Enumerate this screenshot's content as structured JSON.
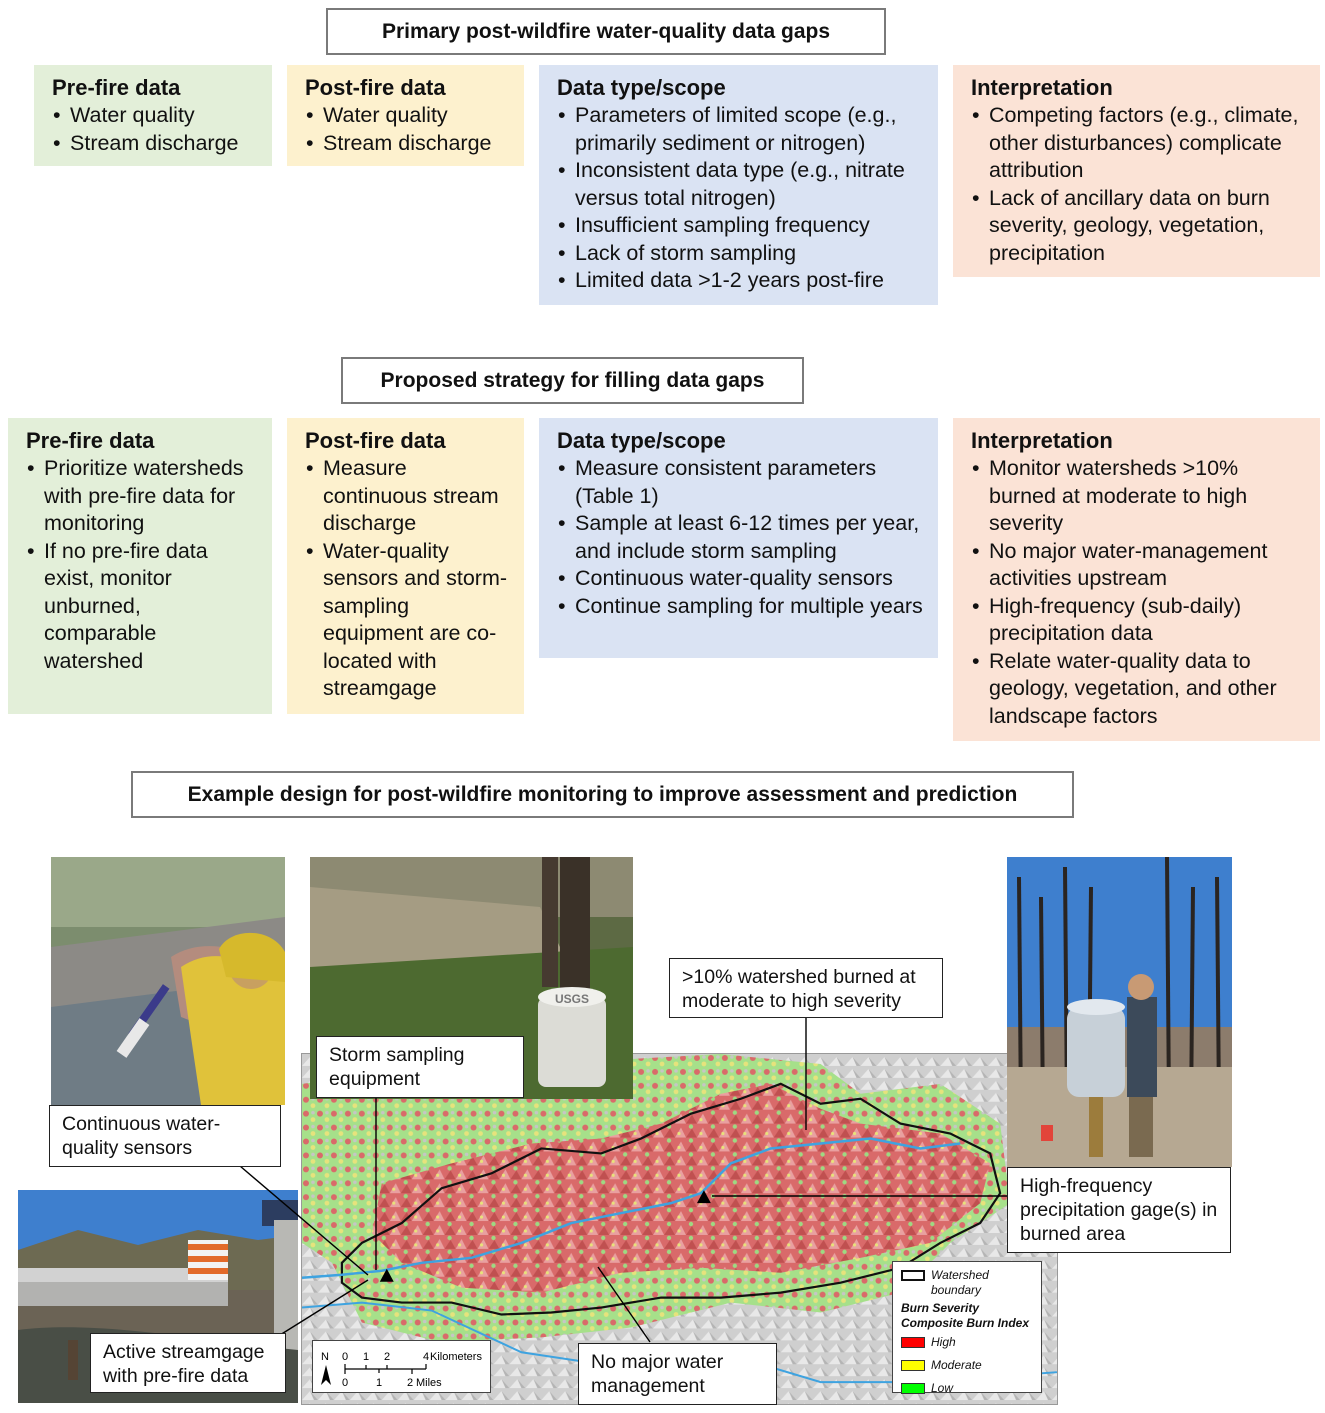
{
  "gaps": {
    "title": "Primary post-wildfire water-quality data gaps",
    "prefire": {
      "heading": "Pre-fire data",
      "items": [
        "Water quality",
        "Stream discharge"
      ]
    },
    "postfire": {
      "heading": "Post-fire data",
      "items": [
        "Water quality",
        "Stream discharge"
      ]
    },
    "datatype": {
      "heading": "Data type/scope",
      "items": [
        "Parameters of limited scope (e.g., primarily sediment or nitrogen)",
        "Inconsistent data type (e.g., nitrate versus total nitrogen)",
        "Insufficient sampling frequency",
        "Lack of storm sampling",
        "Limited data >1-2 years post-fire"
      ]
    },
    "interpretation": {
      "heading": "Interpretation",
      "items": [
        "Competing factors (e.g., climate, other disturbances) complicate attribution",
        "Lack of ancillary data on burn severity, geology, vegetation, precipitation"
      ]
    }
  },
  "strategy": {
    "title": "Proposed strategy for filling data gaps",
    "prefire": {
      "heading": "Pre-fire data",
      "items": [
        "Prioritize watersheds with pre-fire data for monitoring",
        "If no pre-fire data exist, monitor unburned, comparable watershed"
      ]
    },
    "postfire": {
      "heading": "Post-fire data",
      "items": [
        "Measure continuous stream discharge",
        "Water-quality sensors and storm-sampling equipment are co-located with streamgage"
      ]
    },
    "datatype": {
      "heading": "Data type/scope",
      "items": [
        "Measure consistent parameters (Table 1)",
        "Sample at least 6-12 times per year, and include storm sampling",
        "Continuous water-quality sensors",
        "Continue sampling for multiple years"
      ]
    },
    "interpretation": {
      "heading": "Interpretation",
      "items": [
        "Monitor watersheds >10% burned at moderate to high severity",
        "No major water-management activities upstream",
        "High-frequency (sub-daily) precipitation data",
        "Relate water-quality data to geology, vegetation, and other landscape factors"
      ]
    }
  },
  "example": {
    "title": "Example design for post-wildfire monitoring to improve assessment and prediction",
    "callouts": {
      "burned": ">10% watershed burned at moderate to high severity",
      "storm": "Storm sampling equipment",
      "sensors": "Continuous water-quality sensors",
      "precip": "High-frequency precipitation gage(s) in burned area",
      "streamgage": "Active streamgage with pre-fire data",
      "nomgmt": "No major water management"
    },
    "legend": {
      "boundary": "Watershed boundary",
      "title1": "Burn Severity",
      "title2": "Composite Burn Index",
      "high": "High",
      "moderate": "Moderate",
      "low": "Low",
      "colors": {
        "high": "#ff0000",
        "moderate": "#ffff00",
        "low": "#00ff00"
      }
    },
    "scale": {
      "north": "N",
      "km_ticks": [
        "0",
        "1",
        "2",
        "4"
      ],
      "km_unit": "Kilometers",
      "mi_ticks": [
        "0",
        "1",
        "2"
      ],
      "mi_unit": "Miles"
    },
    "photo_text": {
      "usgs": "USGS"
    }
  }
}
